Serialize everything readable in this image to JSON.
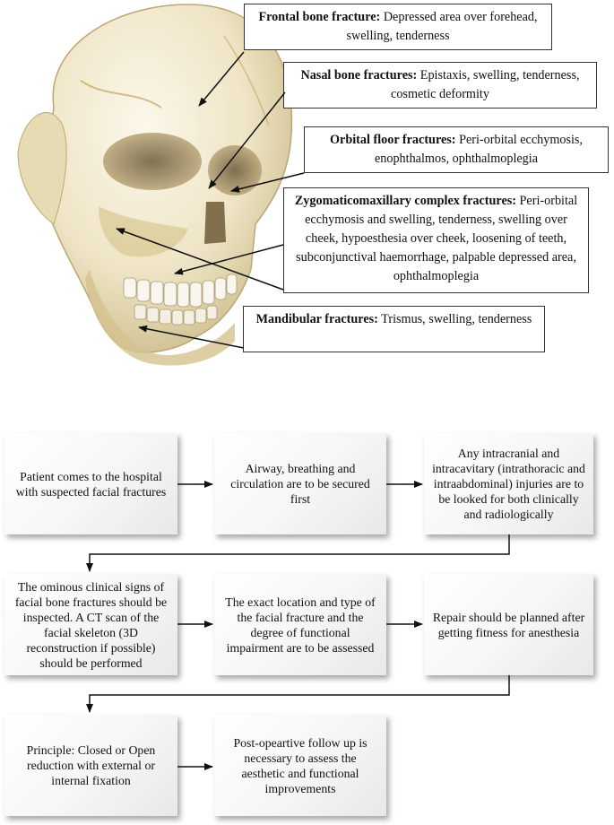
{
  "callouts": {
    "frontal": {
      "title": "Frontal bone fracture:",
      "text": " Depressed area over forehead, swelling, tenderness"
    },
    "nasal": {
      "title": "Nasal bone fractures:",
      "text": " Epistaxis, swelling, tenderness, cosmetic deformity"
    },
    "orbital": {
      "title": "Orbital floor fractures:",
      "text": " Peri-orbital ecchymosis, enophthalmos, ophthalmoplegia"
    },
    "zygomatic": {
      "title": "Zygomaticomaxillary complex fractures:",
      "text": " Peri-orbital ecchymosis and swelling, tenderness, swelling over cheek, hypoesthesia over cheek, loosening of teeth, subconjunctival haemorrhage, palpable depressed area, ophthalmoplegia"
    },
    "mandibular": {
      "title": "Mandibular fractures:",
      "text": " Trismus, swelling, tenderness"
    }
  },
  "flow": {
    "step1": "Patient comes to the hospital with suspected facial fractures",
    "step2": "Airway, breathing and circulation are to be secured first",
    "step3": "Any intracranial and intracavitary (intrathoracic and intraabdominal) injuries are to be looked for both clinically and radiologically",
    "step4": "The ominous clinical signs of facial bone fractures should be inspected. A CT scan of the facial skeleton (3D reconstruction if possible) should be performed",
    "step5": "The exact location and type of the facial fracture and the degree of functional impairment are to be assessed",
    "step6": "Repair should be planned after getting fitness for anesthesia",
    "step7": "Principle: Closed or Open reduction with external or internal fixation",
    "step8": "Post-opeartive follow up is necessary to assess the aesthetic and functional improvements"
  },
  "colors": {
    "bone": "#efe6c8",
    "bone_shadow": "#c9b98a",
    "line": "#111111"
  }
}
